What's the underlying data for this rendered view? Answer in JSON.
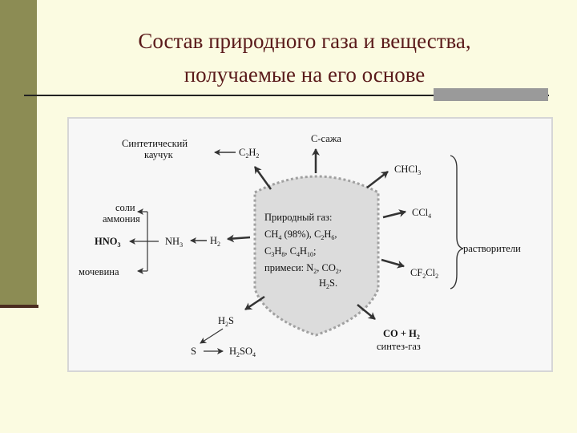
{
  "slide": {
    "title_line1": "Состав природного газа и вещества,",
    "title_line2": "получаемые на его основе"
  },
  "diagram": {
    "center": {
      "line1": "Природный газ:",
      "line2": {
        "a": "CH",
        "a_sub": "4",
        "b": " (98%), C",
        "b_sub": "2",
        "c": "H",
        "c_sub": "6",
        "d": ","
      },
      "line3": {
        "a": "C",
        "a_sub": "3",
        "b": "H",
        "b_sub": "8",
        "c": ", C",
        "c_sub": "4",
        "d": "H",
        "d_sub": "10",
        "e": ";"
      },
      "line4": {
        "a": "примеси: N",
        "a_sub": "2",
        "b": ", CO",
        "b_sub": "2",
        "c": ","
      },
      "line5": {
        "a": "H",
        "a_sub": "2",
        "b": "S."
      }
    },
    "top": {
      "label": "C-сажа"
    },
    "rubber": {
      "line1": "Синтетический",
      "line2": "каучук"
    },
    "acetylene": {
      "a": "C",
      "a_sub": "2",
      "b": "H",
      "b_sub": "2"
    },
    "ammonia_salts": {
      "line1": "соли",
      "line2": "аммония"
    },
    "nitric_acid": {
      "a": "HNO",
      "a_sub": "3"
    },
    "ammonia": {
      "a": "NH",
      "a_sub": "3"
    },
    "hydrogen": {
      "a": "H",
      "a_sub": "2"
    },
    "urea": {
      "label": "мочевина"
    },
    "chcl3": {
      "a": "CHCl",
      "a_sub": "3"
    },
    "ccl4": {
      "a": "CCl",
      "a_sub": "4"
    },
    "cf2cl2": {
      "a": "CF",
      "a_sub": "2",
      "b": "Cl",
      "b_sub": "2"
    },
    "solvents": {
      "label": "растворители"
    },
    "h2s": {
      "a": "H",
      "a_sub": "2",
      "b": "S"
    },
    "sulfur": {
      "label": "S"
    },
    "h2so4": {
      "a": "H",
      "a_sub": "2",
      "b": "SO",
      "b_sub": "4"
    },
    "syngas_formula": {
      "a": "CO + H",
      "a_sub": "2"
    },
    "syngas": {
      "label": "синтез-газ"
    }
  }
}
